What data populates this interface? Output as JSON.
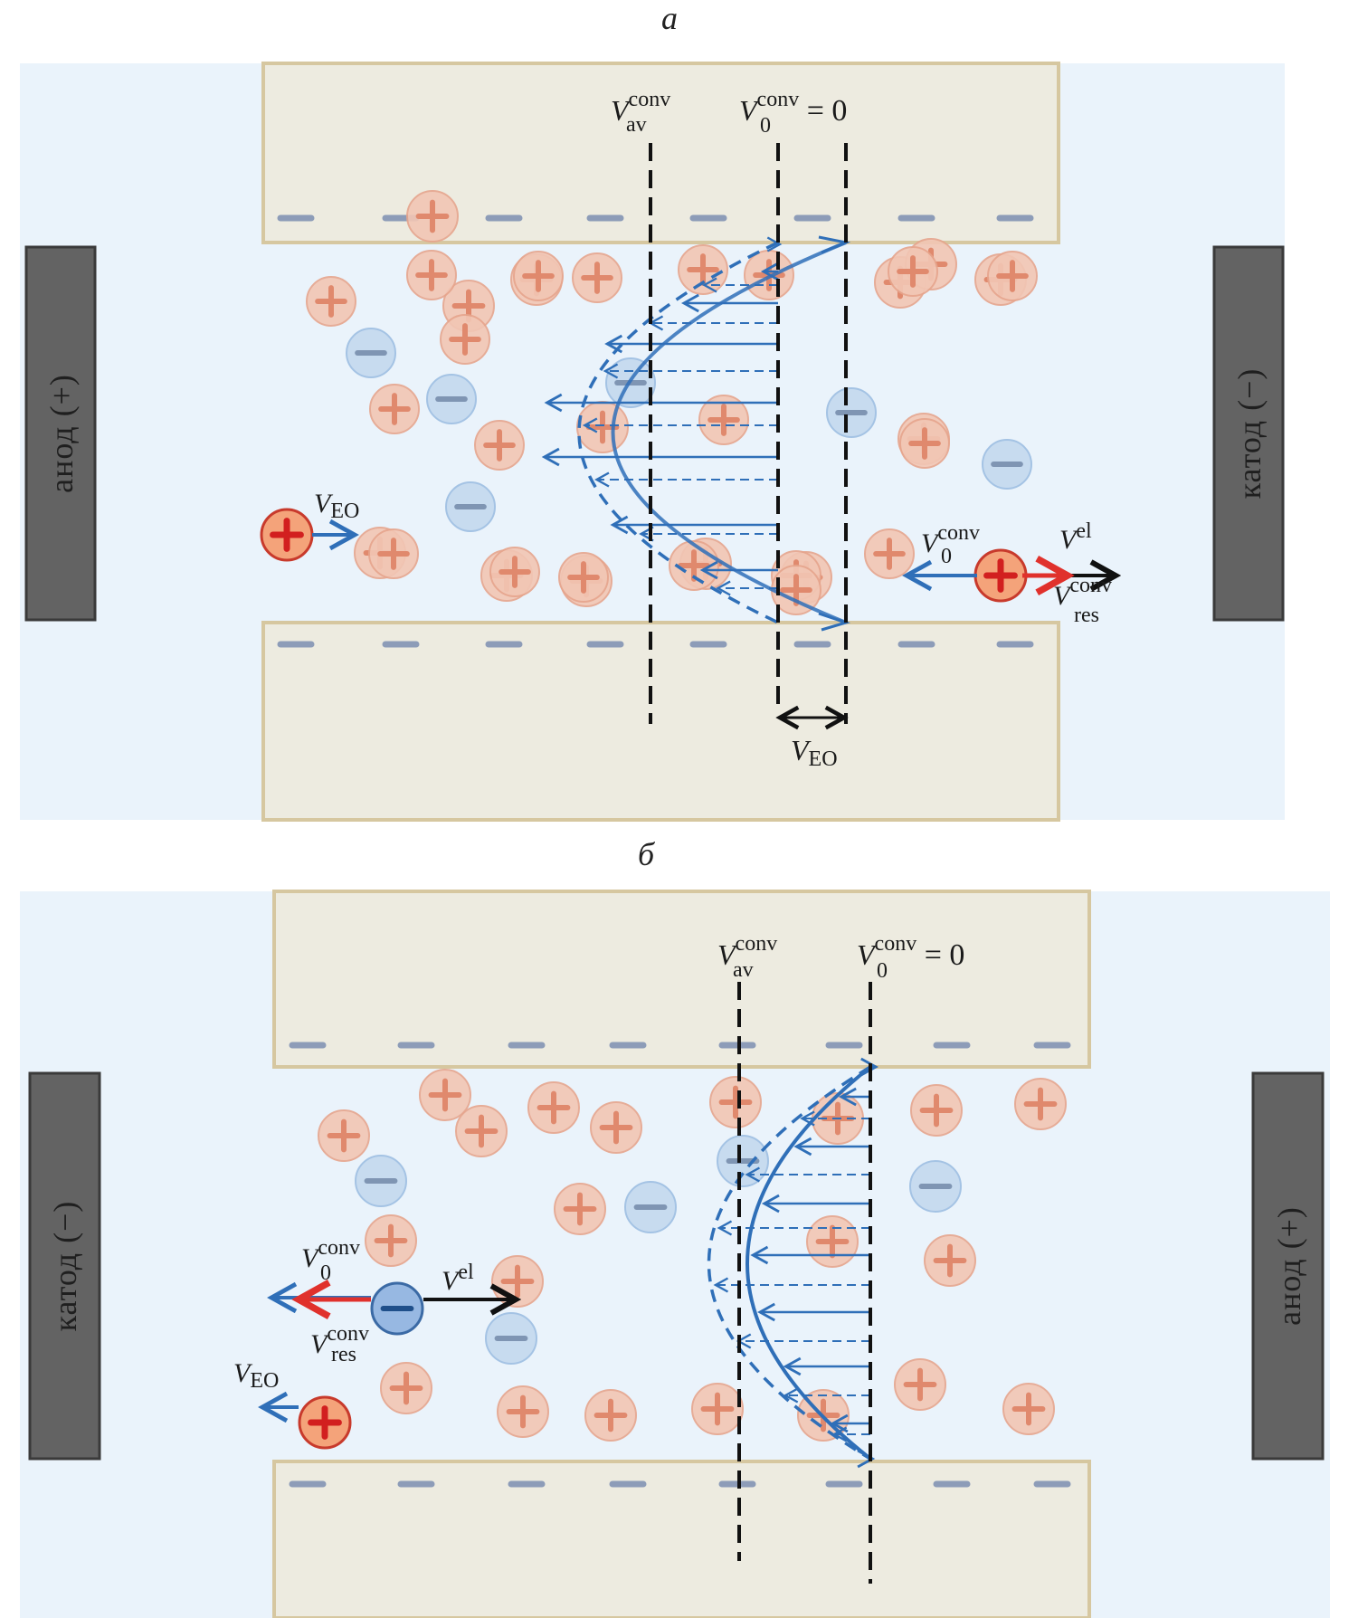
{
  "panels": [
    {
      "letter": "а",
      "left_electrode": "анод (+)",
      "right_electrode": "катод (−)",
      "labels": {
        "v_av": {
          "main": "V",
          "sup": "conv",
          "sub": "av"
        },
        "v_0": {
          "main": "V",
          "sup": "conv",
          "sub": "0",
          "suffix": " = 0"
        },
        "v_eo_left": {
          "main": "V",
          "sub": "EO"
        },
        "v_eo_bottom": {
          "main": "V",
          "sub": "EO"
        },
        "v_0_ion": {
          "main": "V",
          "sup": "conv",
          "sub": "0"
        },
        "v_el": {
          "main": "V",
          "sup": "el"
        },
        "v_res": {
          "main": "V",
          "sup": "conv",
          "sub": "res"
        }
      }
    },
    {
      "letter": "б",
      "left_electrode": "катод (−)",
      "right_electrode": "анод (+)",
      "labels": {
        "v_av": {
          "main": "V",
          "sup": "conv",
          "sub": "av"
        },
        "v_0": {
          "main": "V",
          "sup": "conv",
          "sub": "0",
          "suffix": " = 0"
        },
        "v_0_ion": {
          "main": "V",
          "sup": "conv",
          "sub": "0"
        },
        "v_el": {
          "main": "V",
          "sup": "el"
        },
        "v_res": {
          "main": "V",
          "sup": "conv",
          "sub": "res"
        },
        "v_eo_left": {
          "main": "V",
          "sub": "EO"
        }
      }
    }
  ],
  "colors": {
    "background": "#eaf3fb",
    "wall_fill": "#edebe0",
    "wall_border": "#d6c7a0",
    "electrode": "#636363",
    "cation_fill": "#f2c6b4",
    "cation_sign": "#e0896d",
    "anion_fill": "#c5d9ef",
    "anion_sign": "#7f95b3",
    "profile": "#2f6fb8",
    "accent_red": "#e0312c",
    "wall_charge": "#8d9cb8"
  }
}
